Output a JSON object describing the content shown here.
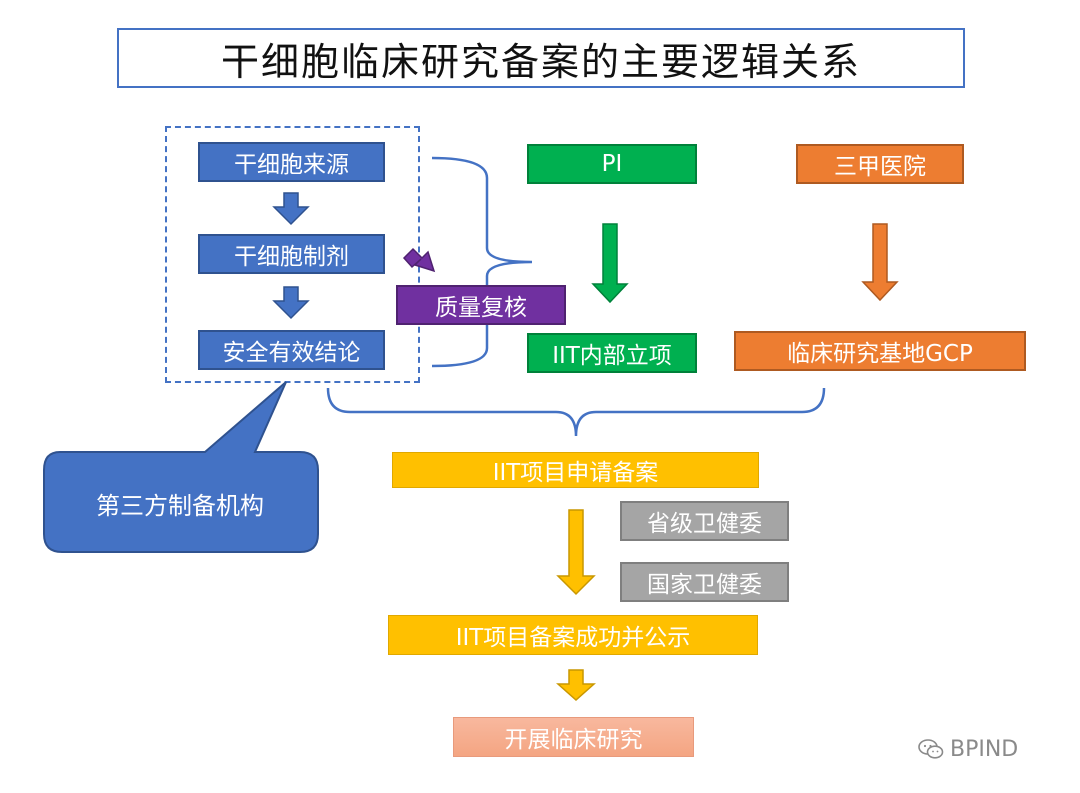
{
  "title": "干细胞临床研究备案的主要逻辑关系",
  "left_group": {
    "source": "干细胞来源",
    "preparation": "干细胞制剂",
    "conclusion": "安全有效结论"
  },
  "quality_review": "质量复核",
  "callout": "第三方制备机构",
  "pi": "PI",
  "hospital": "三甲医院",
  "iit_project": "IIT内部立项",
  "gcp_base": "临床研究基地GCP",
  "iit_filing": "IIT项目申请备案",
  "provincial": "省级卫健委",
  "national": "国家卫健委",
  "iit_success": "IIT项目备案成功并公示",
  "start_research": "开展临床研究",
  "watermark": "BPIND",
  "colors": {
    "blue": "#4472c4",
    "green": "#00b050",
    "orange": "#ed7d31",
    "purple": "#7030a0",
    "yellow": "#ffc000",
    "gray": "#a5a5a5",
    "salmon": "#f4a582"
  }
}
